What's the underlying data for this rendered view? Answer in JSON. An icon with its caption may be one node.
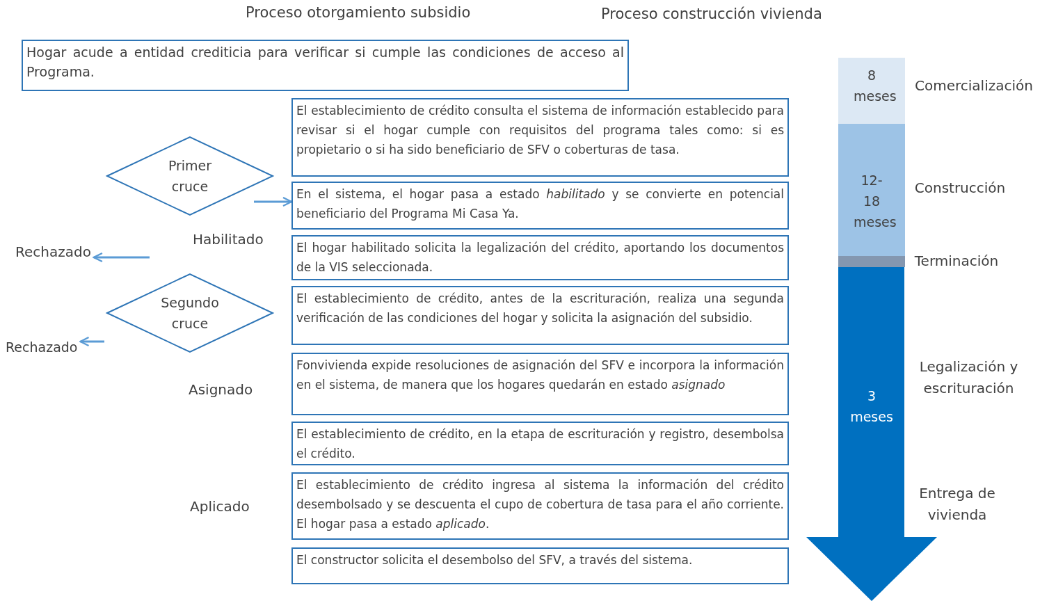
{
  "diagram": {
    "nodes": [
      {
        "text": [
          "Hogar acude a entidad crediticia para verificar si cumple las condiciones de acceso al Programa."
        ]
      },
      {
        "text": [
          "Primer cruce"
        ]
      },
      {
        "text": [
          "El establecimiento de crédito consulta el sistema de información establecido para revisar si el hogar cumple con requisitos del programa tales como: si es propietario o si ha sido beneficiario de SFV o coberturas de tasa."
        ]
      },
      {
        "text": [
          "En el sistema, el hogar pasa a estado *habilitado* y se convierte en potencial beneficiario del Programa Mi Casa Ya."
        ]
      },
      {
        "text": [
          "Rechazado"
        ]
      },
      {
        "text": [
          "El hogar habilitado solicita la legalización del crédito, aportando los documentos de la VIS seleccionada."
        ]
      },
      {
        "text": [
          "Segundo cruce"
        ]
      },
      {
        "text": [
          "El establecimiento de crédito, antes de la escrituración, realiza una segunda verificación de las condiciones del hogar y solicita la asignación del subsidio."
        ]
      },
      {
        "text": [
          "Rechazado"
        ]
      },
      {
        "text": [
          "Fonvivienda expide resoluciones de asignación del SFV e incorpora la información en el sistema, de manera que los hogares quedarán en estado *asignado*"
        ]
      },
      {
        "text": [
          "El establecimiento de crédito, en la etapa de escrituración y registro, desembolsa el crédito."
        ]
      },
      {
        "text": [
          "El establecimiento de crédito ingresa al sistema la información del crédito desembolsado y se descuenta el cupo de cobertura de tasa para el año corriente. El hogar pasa a estado *aplicado*."
        ]
      },
      {
        "text": [
          "El constructor solicita el desembolso del SFV, a través del sistema."
        ]
      },
      {
        "text": [
          "8 meses"
        ],
        "beside": [
          "Comercialización"
        ]
      },
      {
        "text": [
          "12-18 meses"
        ],
        "beside": [
          "Construcción"
        ]
      },
      {
        "text": [],
        "shape": "bar",
        "beside": [
          "Terminación"
        ]
      },
      {
        "text": [
          "3 meses"
        ],
        "beside": [
          "Legalización y escrituración",
          "Entrega de vivienda"
        ]
      }
    ],
    "edges": [
      {
        "from": null,
        "to": 3,
        "arrow": "to"
      },
      {
        "from": null,
        "to": 4,
        "arrow": "to"
      },
      {
        "from": null,
        "to": 8,
        "arrow": "to"
      }
    ],
    "labels": [
      "Proceso otorgamiento subsidio",
      "Proceso construcción vivienda",
      "Habilitado",
      "Asignado",
      "Aplicado"
    ]
  }
}
